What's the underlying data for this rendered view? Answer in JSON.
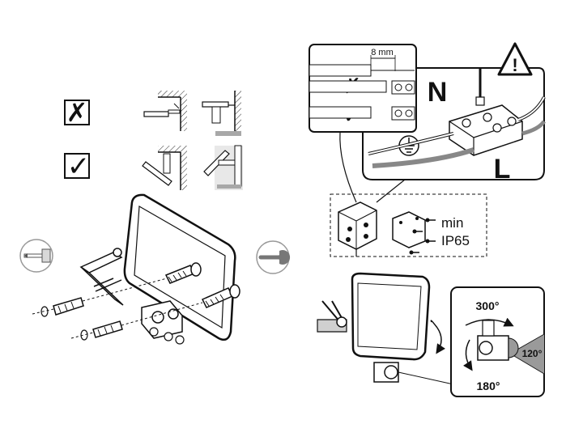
{
  "labels": {
    "wire_strip": "8 mm",
    "neutral": "N",
    "live": "L",
    "rating_min": "min",
    "rating_ip": "IP65",
    "rot_horizontal": "300°",
    "rot_vertical": "180°",
    "sensor_angle": "120°",
    "warning_mark": "!",
    "wrong_mark": "✗",
    "right_mark": "✓"
  },
  "icons": [
    "cross-box-icon",
    "check-box-icon",
    "drill-icon",
    "wrench-icon",
    "warning-triangle-icon",
    "earth-ground-icon"
  ],
  "colors": {
    "line": "#1a1a1a",
    "wall_gray": "#a8a8a8",
    "light_gray": "#d9d9d9",
    "sensor_cone": "#9a9a9a"
  }
}
